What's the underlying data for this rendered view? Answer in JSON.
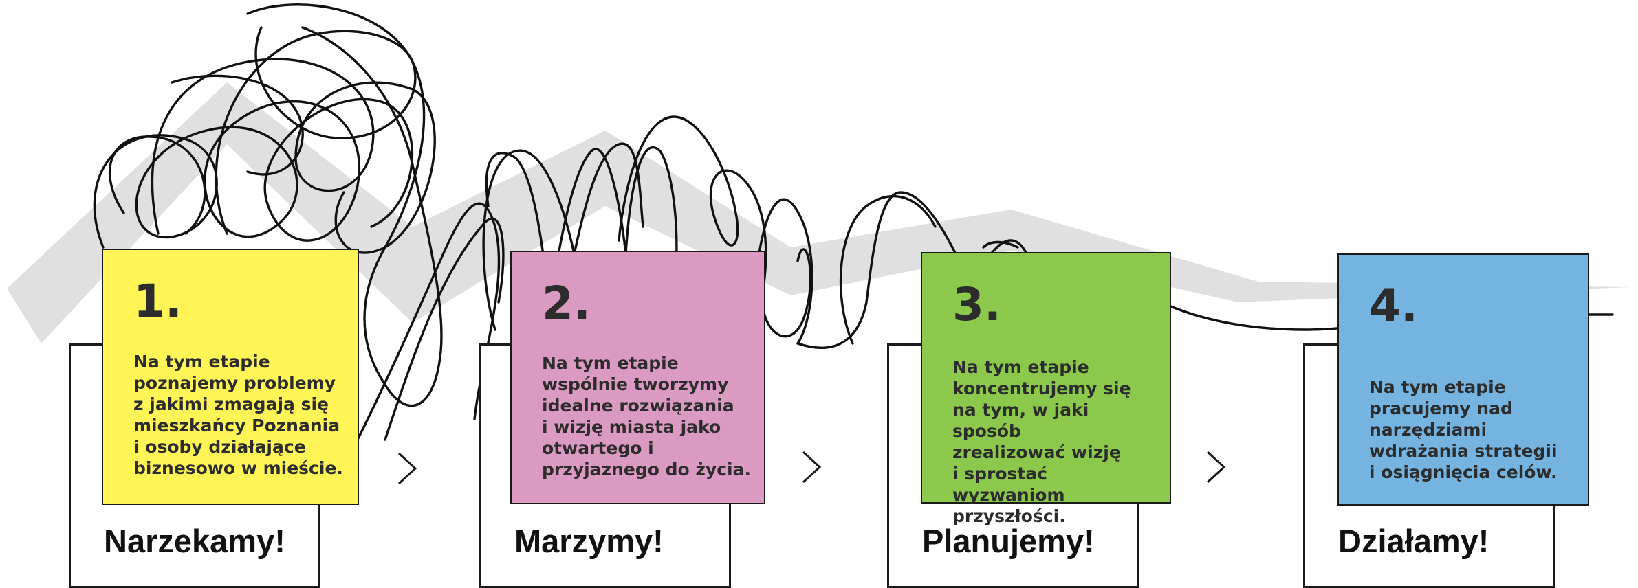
{
  "colors": {
    "stage_1": "#fff556",
    "stage_2": "#da9ac1",
    "stage_3": "#8cc84b",
    "stage_4": "#75b4e0",
    "background_band": "#e0e0e0",
    "line": "#111111"
  },
  "stages": [
    {
      "number": "1.",
      "text": "Na tym etapie\npoznajemy problemy\nz jakimi zmagają się\nmieszkańcy Poznania\ni osoby działające\nbiznesowo w mieście.",
      "label": "Narzekamy!"
    },
    {
      "number": "2.",
      "text": "Na tym etapie\nwspólnie tworzymy\nidealne rozwiązania\ni wizję miasta jako\notwartego i\nprzyjaznego do życia.",
      "label": "Marzymy!"
    },
    {
      "number": "3.",
      "text": "Na tym etapie\nkoncentrujemy się\nna tym, w jaki sposób\nzrealizować wizję\ni sprostać wyzwaniom\nprzyszłości.",
      "label": "Planujemy!"
    },
    {
      "number": "4.",
      "text": "Na tym etapie\npracujemy nad\nnarzędziami\nwdrażania strategii\ni osiągnięcia celów.",
      "label": "Działamy!"
    }
  ],
  "arrows": [
    "chevron-right-icon",
    "chevron-right-icon",
    "chevron-right-icon"
  ]
}
